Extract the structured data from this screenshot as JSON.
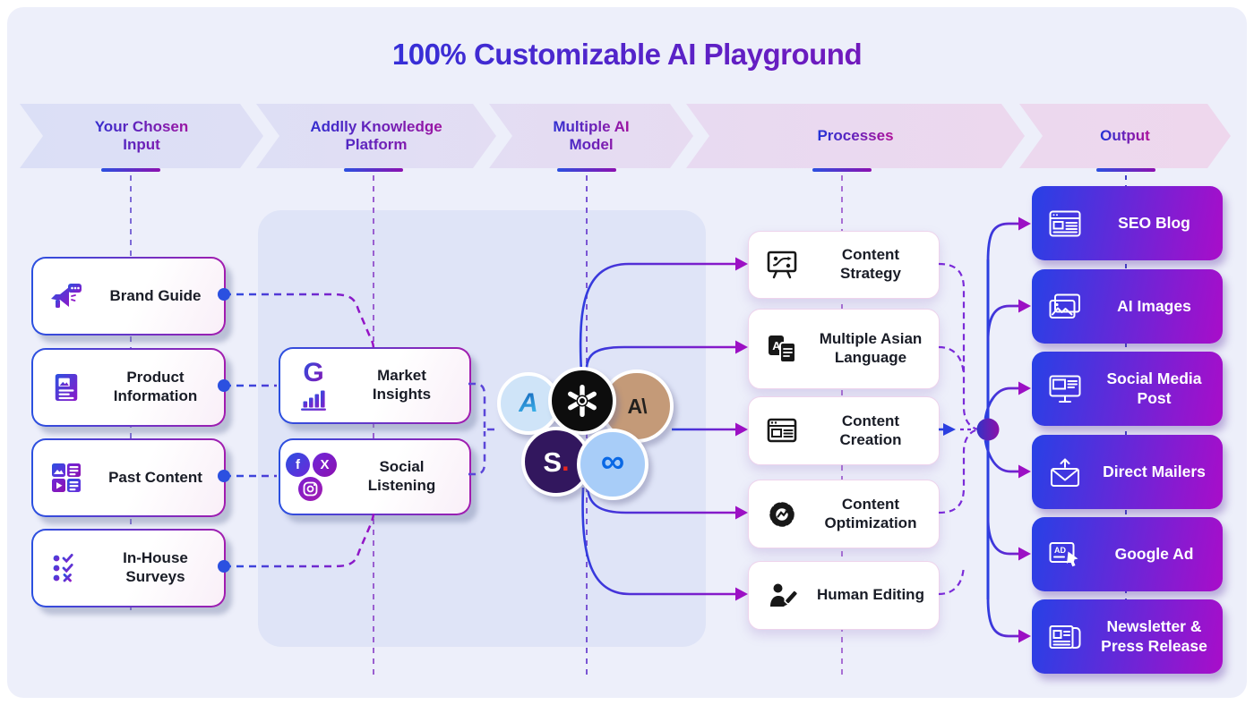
{
  "title": "100% Customizable AI Playground",
  "steps": [
    {
      "label": "Your Chosen Input"
    },
    {
      "label": "Addlly Knowledge Platform"
    },
    {
      "label": "Multiple AI Model"
    },
    {
      "label": "Processes"
    },
    {
      "label": "Output"
    }
  ],
  "inputs": {
    "items": [
      {
        "label": "Brand Guide",
        "icon": "megaphone-icon"
      },
      {
        "label": "Product Information",
        "icon": "product-document-icon"
      },
      {
        "label": "Past Content",
        "icon": "media-grid-icon"
      },
      {
        "label": "In-House Surveys",
        "icon": "survey-checklist-icon"
      }
    ]
  },
  "knowledge": {
    "items": [
      {
        "label": "Market Insights",
        "icons": [
          "google-g-icon",
          "growth-chart-icon"
        ]
      },
      {
        "label": "Social Listening",
        "icons": [
          "facebook-icon",
          "x-icon",
          "instagram-icon"
        ],
        "x_glyph": "X",
        "fb_glyph": "f"
      }
    ]
  },
  "ai_models": [
    {
      "name": "azure-logo",
      "glyph": "A"
    },
    {
      "name": "openai-logo"
    },
    {
      "name": "anthropic-logo",
      "glyph": "A\\"
    },
    {
      "name": "s-logo",
      "glyph": "S",
      "suffix_dot": "."
    },
    {
      "name": "meta-logo",
      "glyph": "∞"
    }
  ],
  "processes": {
    "items": [
      {
        "label": "Content Strategy",
        "icon": "strategy-board-icon"
      },
      {
        "label": "Multiple Asian Language",
        "icon": "translate-cards-icon"
      },
      {
        "label": "Content Creation",
        "icon": "webpage-icon"
      },
      {
        "label": "Content Optimization",
        "icon": "gear-optimize-icon"
      },
      {
        "label": "Human Editing",
        "icon": "person-edit-icon"
      }
    ]
  },
  "outputs": {
    "items": [
      {
        "label": "SEO Blog",
        "icon": "blog-window-icon"
      },
      {
        "label": "AI Images",
        "icon": "photo-stack-icon"
      },
      {
        "label": "Social Media Post",
        "icon": "monitor-post-icon"
      },
      {
        "label": "Direct Mailers",
        "icon": "mail-up-icon"
      },
      {
        "label": "Google Ad",
        "icon": "ad-pointer-icon"
      },
      {
        "label": "Newsletter & Press Release",
        "icon": "newspaper-icon"
      }
    ]
  },
  "colors": {
    "accent_blue": "#2b50e0",
    "accent_purple": "#a21caf",
    "arrow_purple": "#9c10c4",
    "output_gradient_start": "#2741e6",
    "output_gradient_end": "#a90dc9",
    "panel": "#edeffa",
    "inner_panel": "#dfe4f7"
  }
}
